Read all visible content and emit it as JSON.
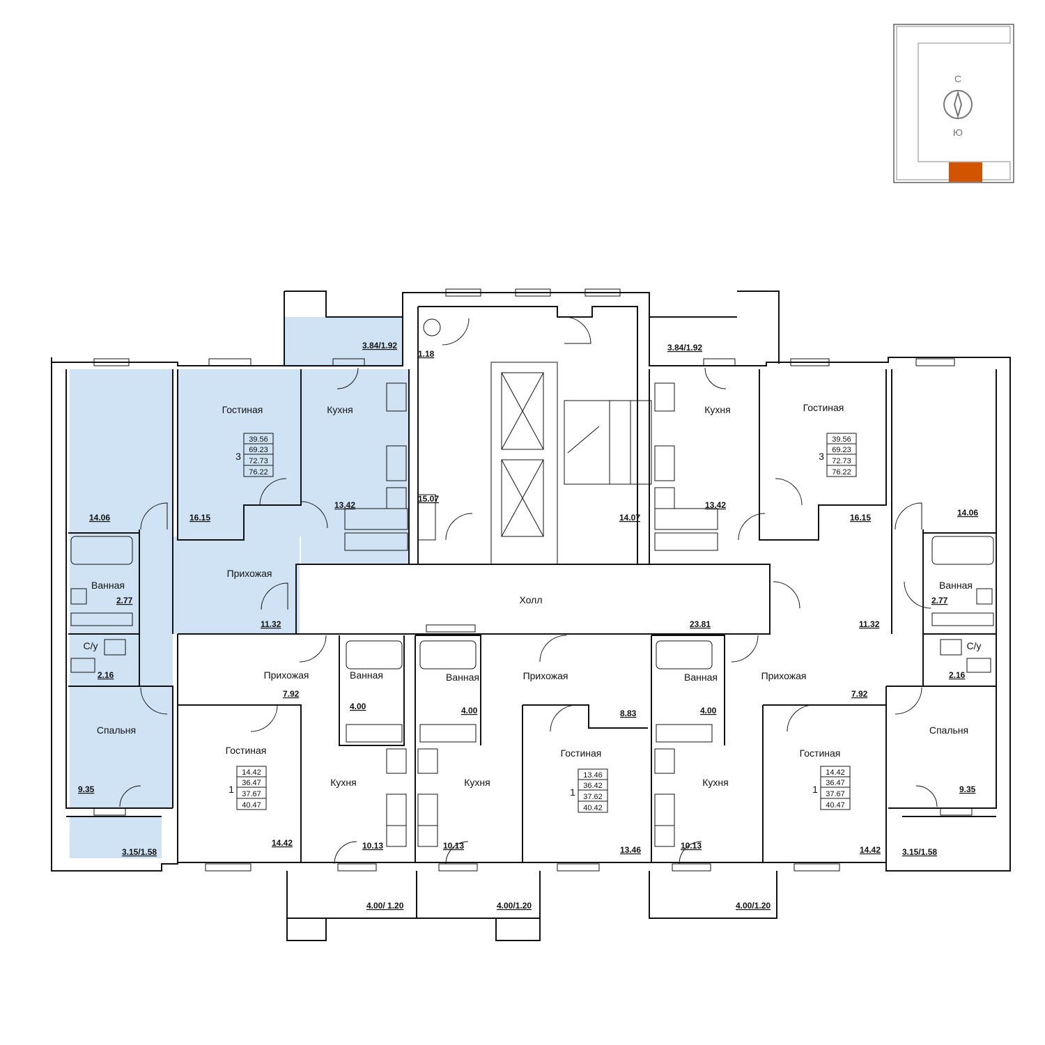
{
  "colors": {
    "selected_fill": "#cfe3f5",
    "selected_marker": "#d35400",
    "wall": "#111111"
  },
  "compass": {
    "north": "С",
    "south": "Ю"
  },
  "apartments": [
    {
      "rooms": "3",
      "areas": [
        "39.56",
        "69.23",
        "72.73",
        "76.22"
      ]
    },
    {
      "rooms": "3",
      "areas": [
        "39.56",
        "69.23",
        "72.73",
        "76.22"
      ]
    },
    {
      "rooms": "1",
      "areas": [
        "14.42",
        "36.47",
        "37.67",
        "40.47"
      ]
    },
    {
      "rooms": "1",
      "areas": [
        "13.46",
        "36.42",
        "37.62",
        "40.42"
      ]
    },
    {
      "rooms": "1",
      "areas": [
        "14.42",
        "36.47",
        "37.67",
        "40.47"
      ]
    }
  ],
  "labels": {
    "gostinaya": "Гостиная",
    "kukhnya": "Кухня",
    "prikhozhaya": "Прихожая",
    "vannaya": "Ванная",
    "spalnya": "Спальня",
    "su": "С/у",
    "holl": "Холл"
  },
  "areas": {
    "tl_balcony": "3.84/1.92",
    "tr_balcony": "3.84/1.92",
    "shaft_1": "1.18",
    "stair_lobby": "15.07",
    "stair": "14.07",
    "l_room": "14.06",
    "l_living": "16.15",
    "l_kitchen": "13.42",
    "l_bath": "2.77",
    "l_hall": "11.32",
    "l_wc": "2.16",
    "l_bed": "9.35",
    "l_balcony": "3.15/1.58",
    "r_room": "14.06",
    "r_living": "16.15",
    "r_kitchen": "13.42",
    "r_bath": "2.77",
    "r_hall": "11.32",
    "r_wc": "2.16",
    "r_bed": "9.35",
    "r_balcony": "3.15/1.58",
    "holl": "23.81",
    "a1_hall": "7.92",
    "a1_bath": "4.00",
    "a1_living": "14.42",
    "a1_kitchen": "10.13",
    "a2_bath": "4.00",
    "a2_kitchen": "10.13",
    "a2_hall": "8.83",
    "a2_living": "13.46",
    "a3_bath": "4.00",
    "a3_kitchen": "10.13",
    "a3_hall": "7.92",
    "a3_living": "14.42",
    "b_balcony_1": "4.00/ 1.20",
    "b_balcony_2": "4.00/1.20",
    "b_balcony_3": "4.00/1.20"
  }
}
